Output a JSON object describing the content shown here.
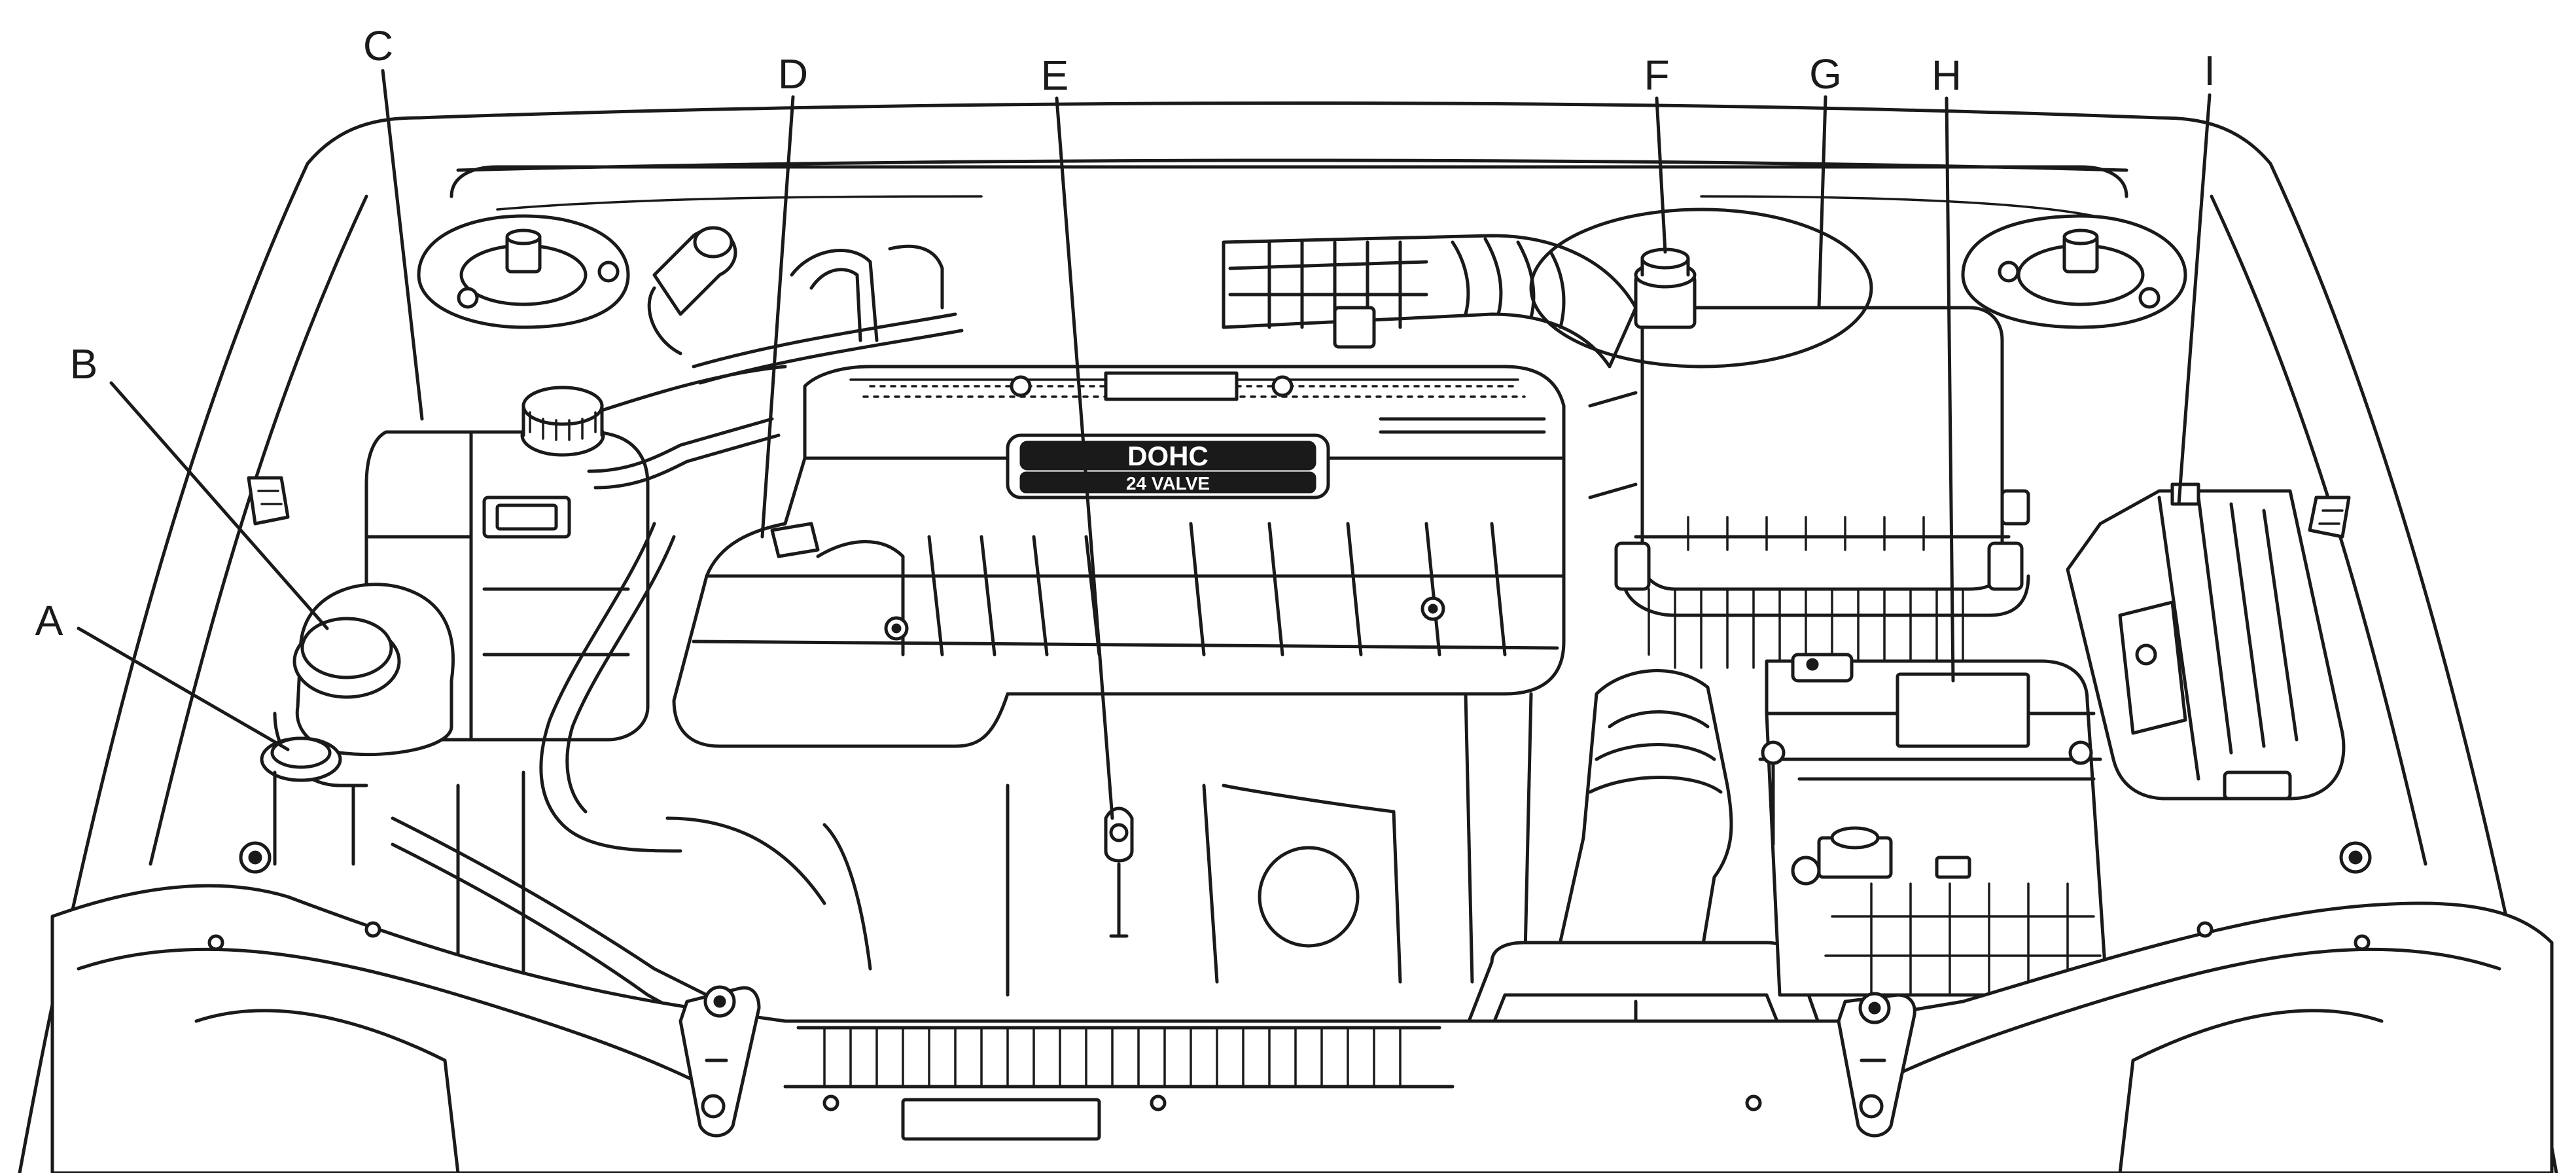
{
  "diagram": {
    "callouts": [
      {
        "id": "A",
        "label": "A"
      },
      {
        "id": "B",
        "label": "B"
      },
      {
        "id": "C",
        "label": "C"
      },
      {
        "id": "D",
        "label": "D"
      },
      {
        "id": "E",
        "label": "E"
      },
      {
        "id": "F",
        "label": "F"
      },
      {
        "id": "G",
        "label": "G"
      },
      {
        "id": "H",
        "label": "H"
      },
      {
        "id": "I",
        "label": "I"
      }
    ],
    "engine_cover": {
      "badge_top": "DOHC",
      "badge_bottom": "24 VALVE"
    }
  },
  "colors": {
    "line": "#1a1a1a",
    "background": "#ffffff"
  }
}
